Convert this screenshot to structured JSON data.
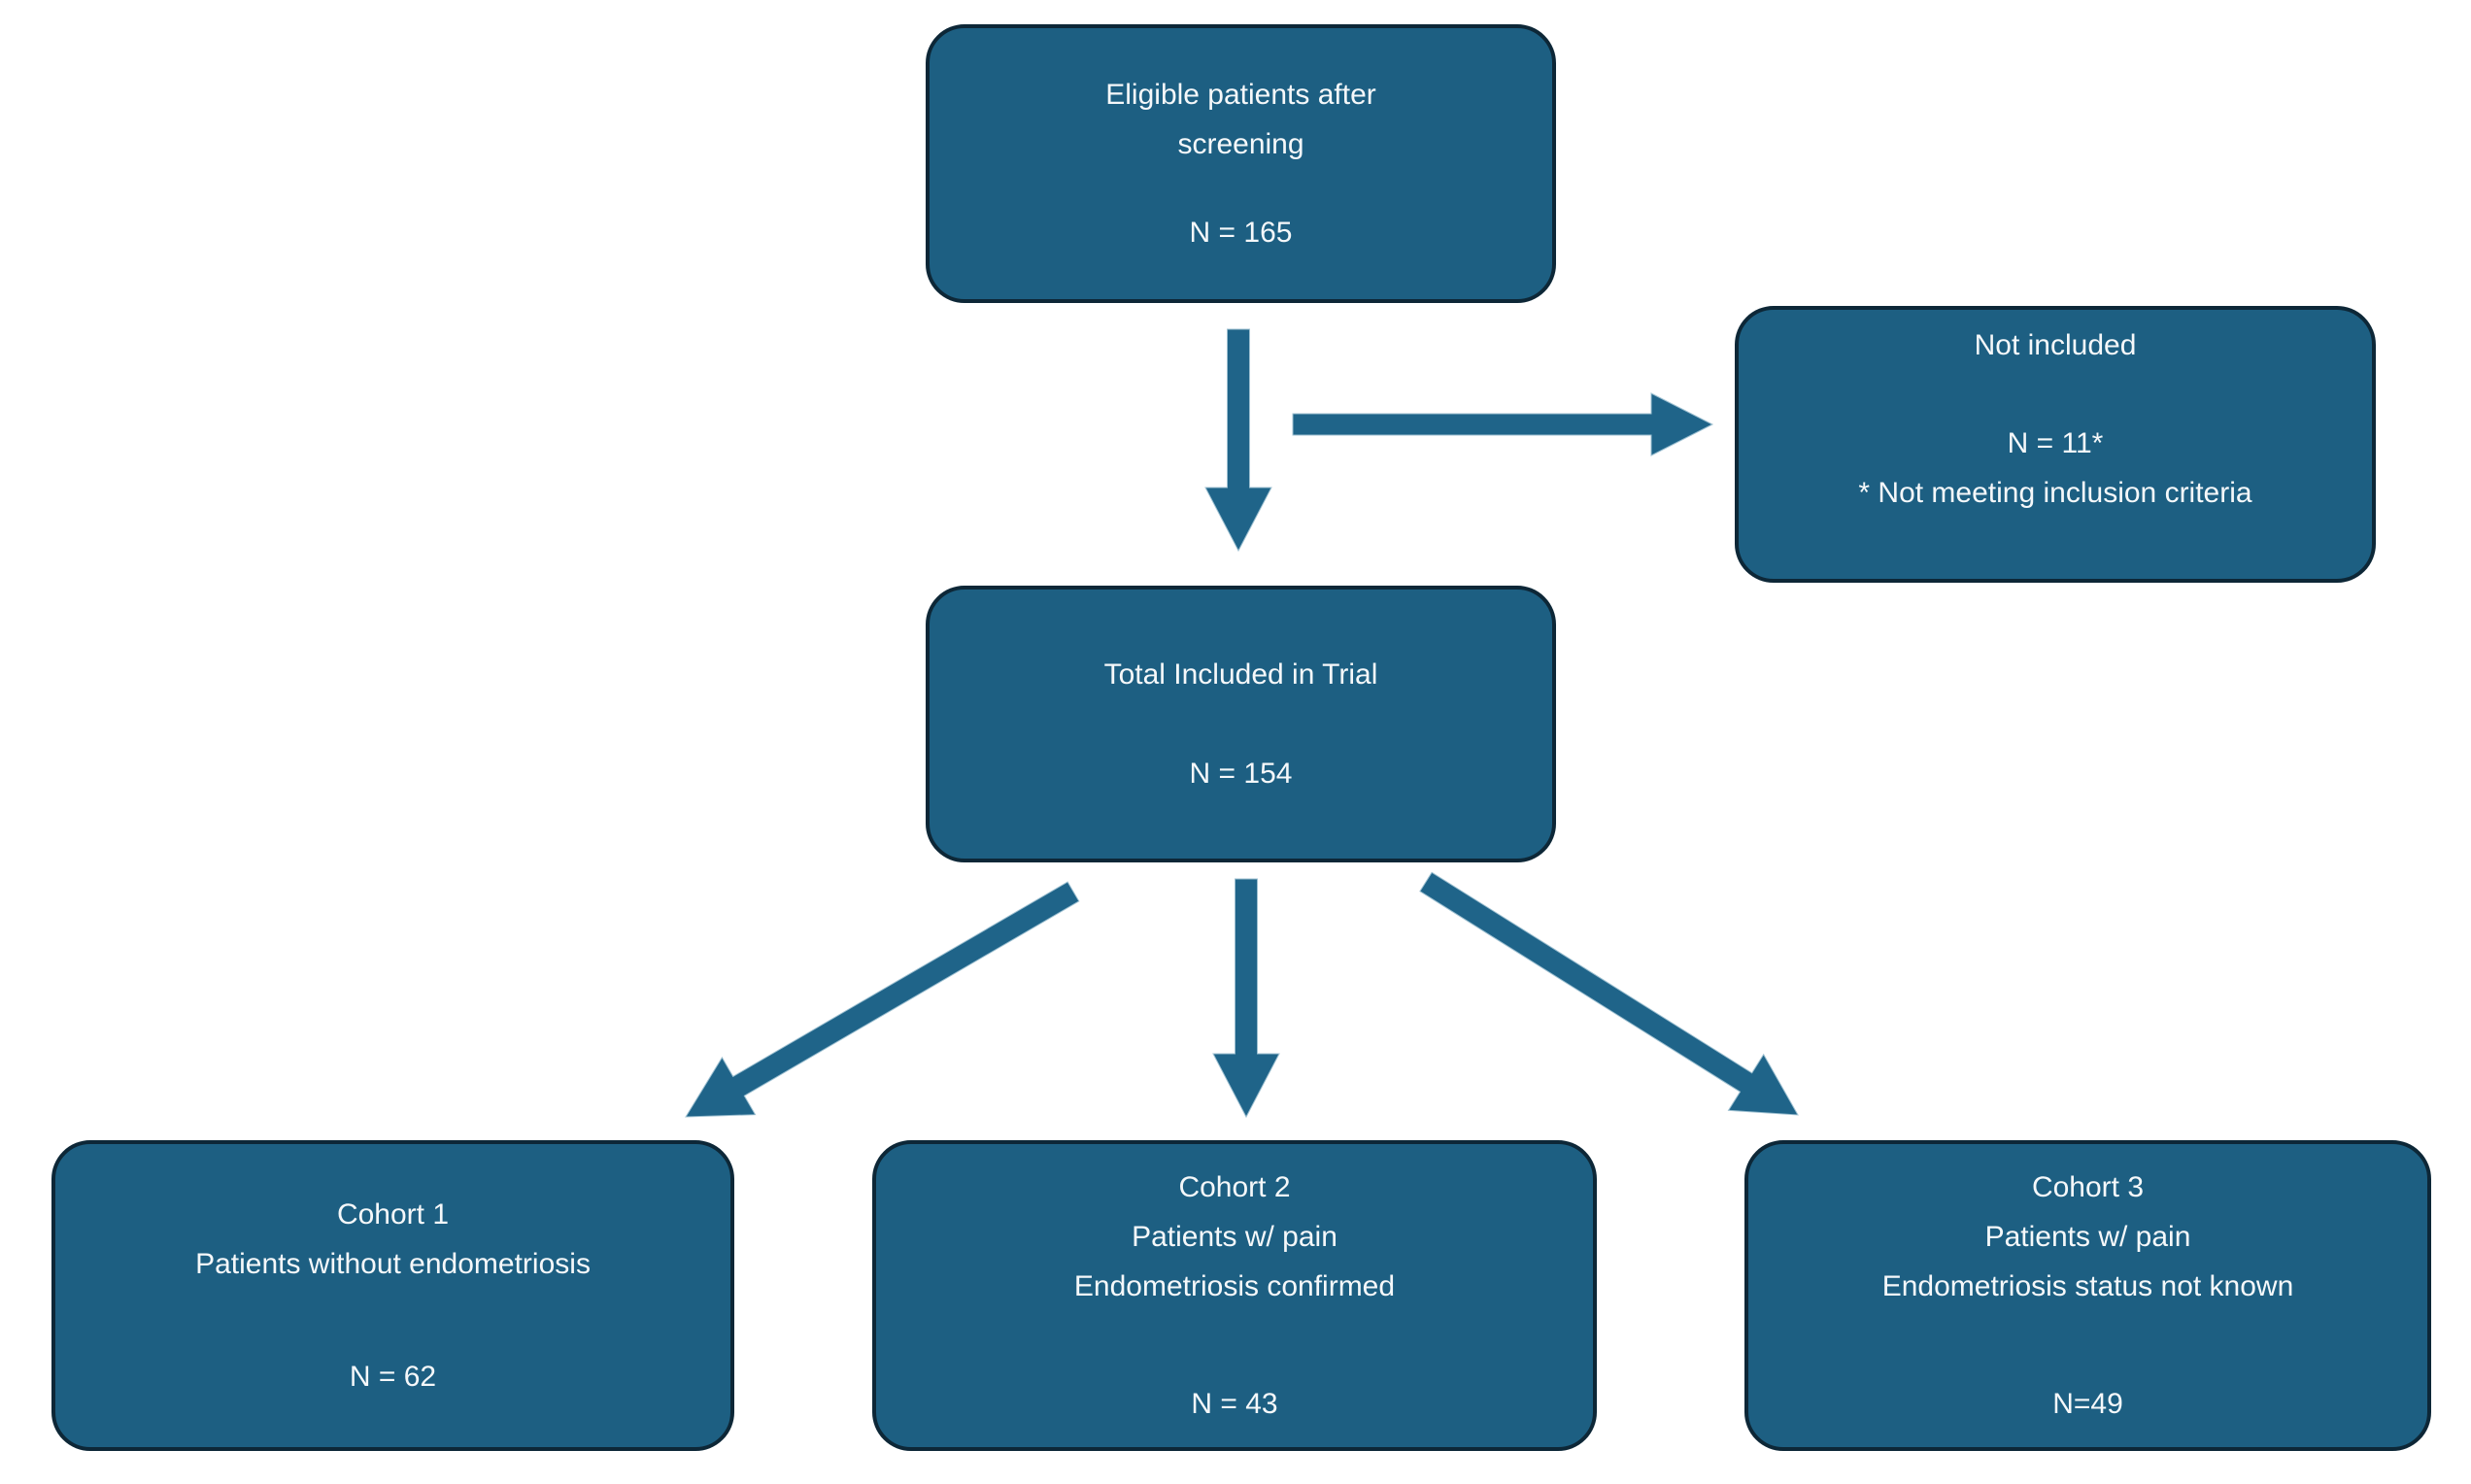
{
  "title": "Patient flow diagram",
  "colors": {
    "box_fill": "#1d5f82",
    "box_border": "#0d2737",
    "arrow": "#1f6489",
    "arrow_edge": "#9cbfd0",
    "text": "#f5f8fa",
    "background": "#ffffff"
  },
  "boxes": {
    "eligible": {
      "lines": [
        "Eligible patients after",
        "screening"
      ],
      "n": "N = 165"
    },
    "not_included": {
      "lines": [
        "Not included"
      ],
      "n": "N = 11*",
      "footnote": "* Not meeting inclusion criteria"
    },
    "total": {
      "lines": [
        "Total Included in Trial"
      ],
      "n": "N = 154"
    },
    "cohort1": {
      "lines": [
        "Cohort 1",
        "Patients without endometriosis"
      ],
      "n": "N = 62"
    },
    "cohort2": {
      "lines": [
        "Cohort 2",
        "Patients w/ pain",
        "Endometriosis confirmed"
      ],
      "n": "N = 43"
    },
    "cohort3": {
      "lines": [
        "Cohort 3",
        "Patients w/ pain",
        "Endometriosis status not known"
      ],
      "n": "N=49"
    }
  }
}
